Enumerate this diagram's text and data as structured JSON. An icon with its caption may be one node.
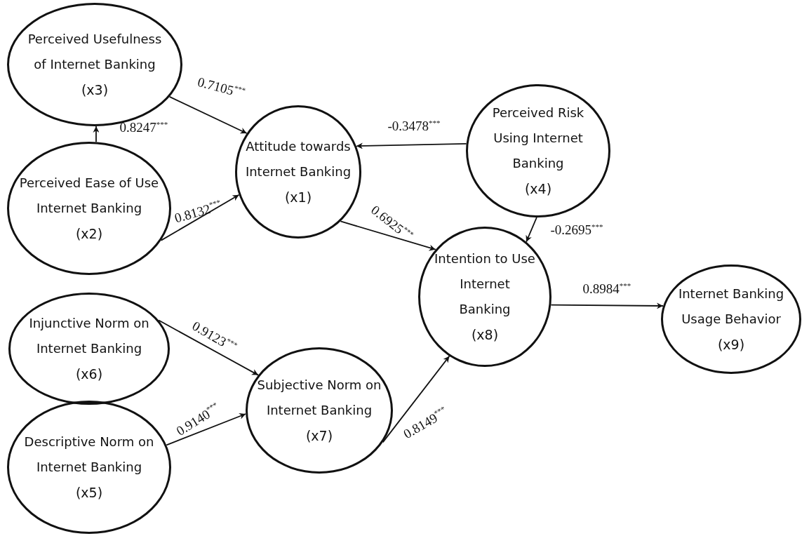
{
  "diagram": {
    "nodes": [
      {
        "text": [
          "Perceived Usefulness of Internet Banking",
          "(x3)"
        ]
      },
      {
        "text": [
          "Perceived Ease of Use Internet Banking",
          "(x2)"
        ]
      },
      {
        "text": [
          "Attitude towards Internet Banking",
          "(x1)"
        ]
      },
      {
        "text": [
          "Perceived Risk Using Internet Banking",
          "(x4)"
        ]
      },
      {
        "text": [
          "Injunctive Norm on Internet Banking",
          "(x6)"
        ]
      },
      {
        "text": [
          "Descriptive Norm on Internet Banking",
          "(x5)"
        ]
      },
      {
        "text": [
          "Subjective Norm on Internet Banking",
          "(x7)"
        ]
      },
      {
        "text": [
          "Intention to Use Internet Banking",
          "(x8)"
        ]
      },
      {
        "text": [
          "Internet Banking Usage Behavior",
          "(x9)"
        ]
      }
    ],
    "edges": [
      {
        "from": 0,
        "to": 2,
        "arrow": "to",
        "label": "0.7105$^{***}$"
      },
      {
        "from": 1,
        "to": 0,
        "arrow": "to",
        "label": "0.8247$^{***}$"
      },
      {
        "from": 1,
        "to": 2,
        "arrow": "to",
        "label": "0.8132$^{***}$"
      },
      {
        "from": 3,
        "to": 2,
        "arrow": "to",
        "label": "-0.3478$^{***}$"
      },
      {
        "from": 2,
        "to": 7,
        "arrow": "to",
        "label": "0.6925$^{***}$"
      },
      {
        "from": 3,
        "to": 7,
        "arrow": "to",
        "label": "-0.2695$^{***}$"
      },
      {
        "from": 7,
        "to": 8,
        "arrow": "to",
        "label": "0.8984$^{***}$"
      },
      {
        "from": 4,
        "to": 6,
        "arrow": "to",
        "label": "0.9123$^{***}$"
      },
      {
        "from": 5,
        "to": 6,
        "arrow": "to",
        "label": "0.9140$^{***}$"
      },
      {
        "from": 6,
        "to": 7,
        "arrow": "to",
        "label": "0.8149$^{***}$"
      }
    ]
  }
}
